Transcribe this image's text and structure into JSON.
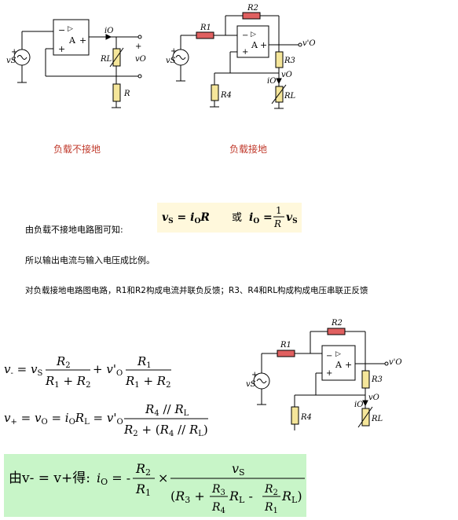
{
  "captions": {
    "left": "负载不接地",
    "right": "负载接地"
  },
  "text": {
    "line1": "由负载不接地电路图可知:",
    "line2": "所以输出电流与输入电压成比例。",
    "line3": "对负载接地电路图电路，R1和R2构成电流并联负反馈；R3、R4和RL构成构成电压串联正反馈"
  },
  "formula1": {
    "eq": "vS = iOR",
    "or": "或",
    "rhs": "iO = (1/R) vS"
  },
  "labels": {
    "A": "A",
    "plus": "+",
    "minus": "−",
    "tri": "▷",
    "vS": "vS",
    "iO": "iO",
    "vO": "vO",
    "vOp": "v'O",
    "R": "R",
    "RL": "RL",
    "R1": "R1",
    "R2": "R2",
    "R3": "R3",
    "R4": "R4"
  },
  "final": {
    "prefix": "由v- = v+得:"
  },
  "colors": {
    "resistor_fill": "#f5e69a",
    "resistor_red": "#e06060",
    "formula_bg": "#fff8dc",
    "final_bg": "#c8f5c8",
    "caption": "#c0392b"
  }
}
